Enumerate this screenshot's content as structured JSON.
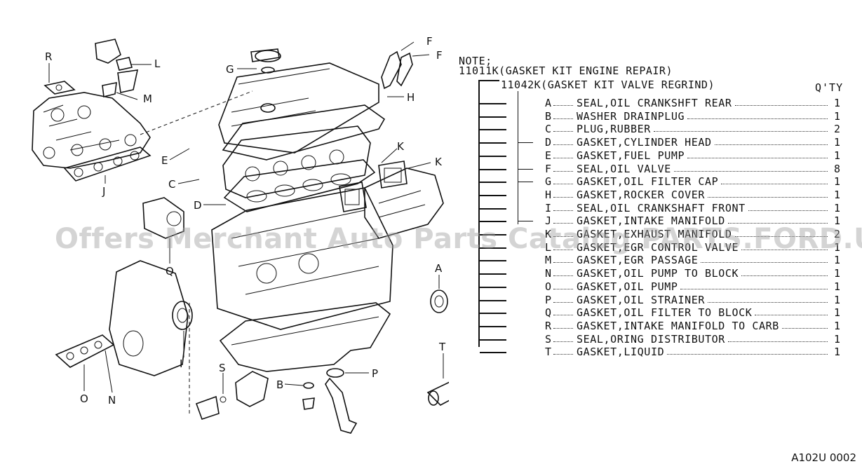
{
  "diagram": {
    "callouts": [
      "R",
      "L",
      "M",
      "G",
      "F",
      "F",
      "H",
      "E",
      "C",
      "D",
      "K",
      "K",
      "J",
      "Q",
      "A",
      "I",
      "S",
      "B",
      "P",
      "T",
      "O",
      "N"
    ]
  },
  "legend": {
    "note_label": "NOTE;",
    "kit_main": "11011K(GASKET KIT ENGINE REPAIR)",
    "kit_sub": "11042K(GASKET KIT VALVE REGRIND)",
    "qty_header": "Q'TY",
    "items": [
      {
        "letter": "A",
        "desc": "SEAL,OIL CRANKSHFT REAR",
        "qty": "1"
      },
      {
        "letter": "B",
        "desc": "WASHER DRAINPLUG",
        "qty": "1"
      },
      {
        "letter": "C",
        "desc": "PLUG,RUBBER",
        "qty": "2"
      },
      {
        "letter": "D",
        "desc": "GASKET,CYLINDER HEAD",
        "qty": "1"
      },
      {
        "letter": "E",
        "desc": "GASKET,FUEL PUMP",
        "qty": "1"
      },
      {
        "letter": "F",
        "desc": "SEAL,OIL VALVE",
        "qty": "8"
      },
      {
        "letter": "G",
        "desc": "GASKET,OIL FILTER CAP",
        "qty": "1"
      },
      {
        "letter": "H",
        "desc": "GASKET,ROCKER COVER",
        "qty": "1"
      },
      {
        "letter": "I",
        "desc": "SEAL,OIL CRANKSHAFT FRONT",
        "qty": "1"
      },
      {
        "letter": "J",
        "desc": "GASKET,INTAKE MANIFOLD",
        "qty": "1"
      },
      {
        "letter": "K",
        "desc": "GASKET,EXHAUST MANIFOLD",
        "qty": "2"
      },
      {
        "letter": "L",
        "desc": "GASKET,EGR CONTROL VALVE",
        "qty": "1"
      },
      {
        "letter": "M",
        "desc": "GASKET,EGR PASSAGE",
        "qty": "1"
      },
      {
        "letter": "N",
        "desc": "GASKET,OIL PUMP TO BLOCK",
        "qty": "1"
      },
      {
        "letter": "O",
        "desc": "GASKET,OIL PUMP",
        "qty": "1"
      },
      {
        "letter": "P",
        "desc": "GASKET,OIL STRAINER",
        "qty": "1"
      },
      {
        "letter": "Q",
        "desc": "GASKET,OIL FILTER TO BLOCK",
        "qty": "1"
      },
      {
        "letter": "R",
        "desc": "GASKET,INTAKE MANIFOLD TO CARB",
        "qty": "1"
      },
      {
        "letter": "S",
        "desc": "SEAL,ORING DISTRIBUTOR",
        "qty": "1"
      },
      {
        "letter": "T",
        "desc": "GASKET,LIQUID",
        "qty": "1"
      }
    ]
  },
  "watermark": "Offers Merchant Auto Parts Catalog PARTS.FORD.USA",
  "figure_code": "A102U 0002"
}
